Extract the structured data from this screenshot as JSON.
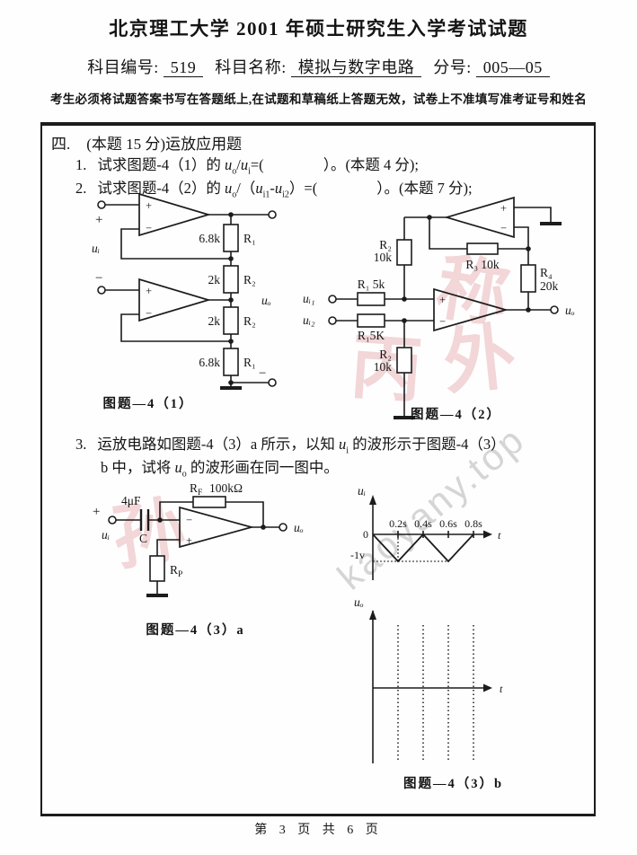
{
  "header": {
    "title": "北京理工大学 2001 年硕士研究生入学考试试题",
    "subject_no_label": "科目编号:",
    "subject_no": "519",
    "subject_name_label": "科目名称:",
    "subject_name": "模拟与数字电路",
    "division_label": "分号:",
    "division_no": "005—05",
    "notice": "考生必须将试题答案书写在答题纸上,在试题和草稿纸上答题无效，试卷上不准填写准考证号和姓名"
  },
  "section": {
    "no": "四.",
    "title": "(本题 15 分)运放应用题"
  },
  "q1": {
    "no": "1.",
    "t1": "试求图题-4（1）的 ",
    "u1": "u",
    "s1": "o",
    "t2": "/",
    "u2": "u",
    "s2": "i",
    "t3": "=(",
    "blank": "　　　　",
    "t4": "）。(本题 4 分);"
  },
  "q2": {
    "no": "2.",
    "t1": "试求图题-4（2）的 ",
    "u1": "u",
    "s1": "o",
    "t2": "/（",
    "u2": "u",
    "s2": "i1",
    "t3": "-",
    "u3": "u",
    "s3": "i2",
    "t4": "）=(",
    "blank": "　　　　",
    "t5": "）。(本题 7 分);"
  },
  "q3": {
    "no": "3.",
    "t1": "运放电路如图题-4（3）a 所示，以知 ",
    "u1": "u",
    "s1": "i",
    "t2": " 的波形示于图题-4（3）",
    "t3": "b 中，试将 ",
    "u2": "u",
    "s2": "o",
    "t4": " 的波形画在同一图中。"
  },
  "fig1": {
    "caption": "图题—4（1）",
    "in_plus": "+",
    "in_minus": "−",
    "out_minus": "−",
    "ui": "uᵢ",
    "uo": "uₒ",
    "op_plus": "+",
    "op_minus": "−",
    "r1_val": "6.8k",
    "r1_name": "R₁",
    "r2_val": "2k",
    "r2_name": "R₂"
  },
  "fig2": {
    "caption": "图题—4（2）",
    "ui1": "uᵢ₁",
    "ui2": "uᵢ₂",
    "uo": "uₒ",
    "op_plus": "+",
    "op_minus": "−",
    "r1a": "R₁ 5k",
    "r1b": "R₁5K",
    "r2_name": "R₂",
    "r2_val": "10k",
    "r3": "R₃ 10k",
    "r4_name": "R₄",
    "r4_val": "20k"
  },
  "fig3a": {
    "caption": "图题—4（3）a",
    "in_plus": "+",
    "ui": "uᵢ",
    "cap_val": "4μF",
    "cap_name": "C",
    "rf_r": "R",
    "rf_sub": "F",
    "rf_val": "100kΩ",
    "rp_r": "R",
    "rp_sub": "P",
    "op_plus": "+",
    "op_minus": "−",
    "uo": "uₒ"
  },
  "fig3b": {
    "caption": "图题—4（3）b",
    "ui_axis": "uᵢ",
    "uo_axis": "uₒ",
    "t_upper": "t",
    "t_lower": "t",
    "zero": "0",
    "neg1": "-1v",
    "ticks": [
      "0.2s",
      "0.4s",
      "0.6s",
      "0.8s"
    ]
  },
  "waveform_data": {
    "type": "line",
    "x_ticks_s": [
      0.2,
      0.4,
      0.6,
      0.8
    ],
    "ui_points": [
      [
        0,
        0
      ],
      [
        0.2,
        -1
      ],
      [
        0.4,
        0
      ],
      [
        0.6,
        -1
      ],
      [
        0.8,
        0
      ]
    ],
    "ui_min_v": -1,
    "ui_max_v": 0
  },
  "footer": {
    "page": "第 3 页 共 6 页"
  },
  "watermark": {
    "site": "kaoyany.top",
    "stamps": [
      "称",
      "外",
      "丙",
      "孙"
    ]
  }
}
